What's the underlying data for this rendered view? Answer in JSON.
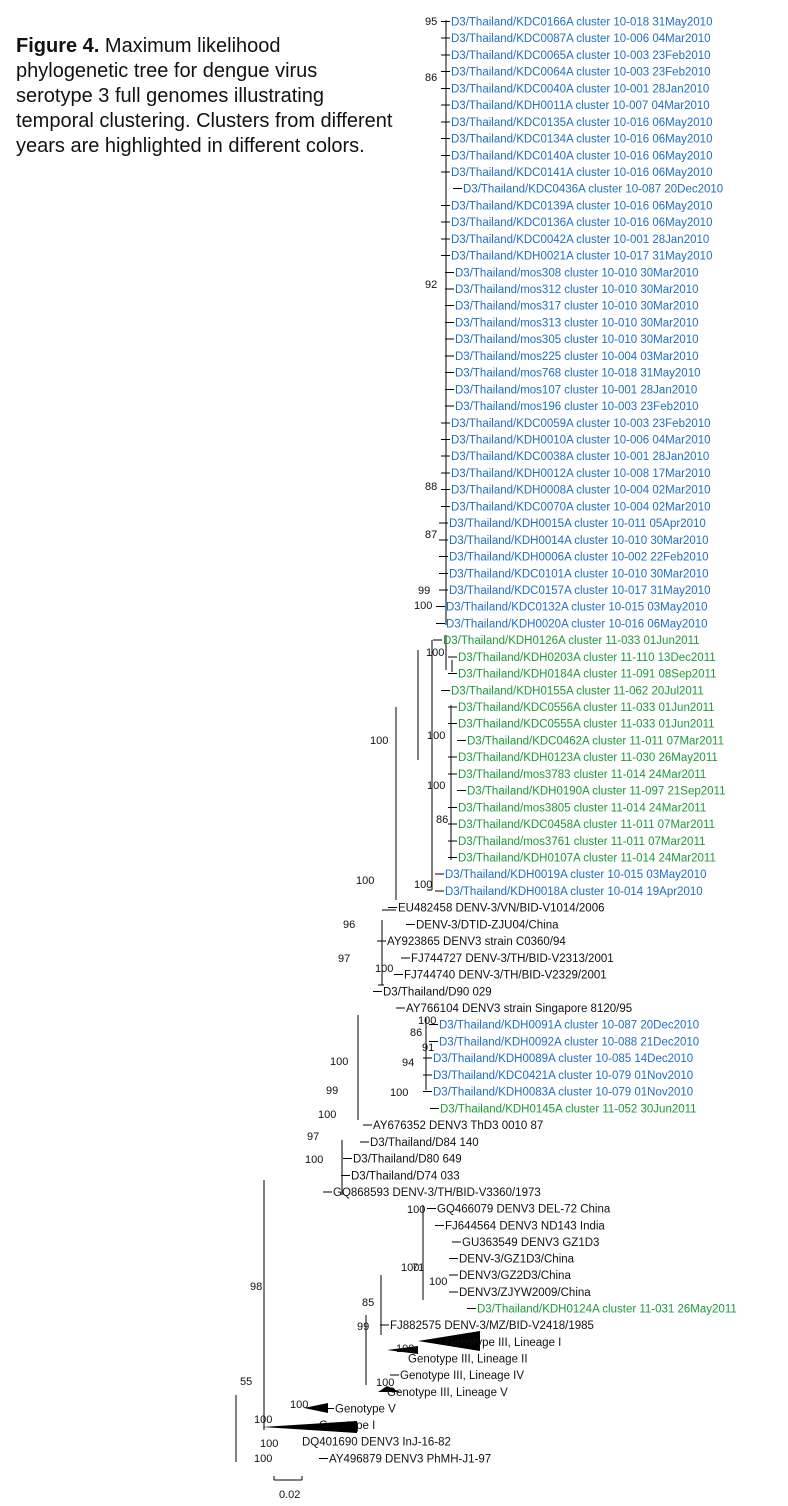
{
  "caption": {
    "label": "Figure 4.",
    "text": " Maximum likelihood phylogenetic tree for dengue virus serotype 3 full genomes illustrating temporal clustering. Clusters from different years are highlighted in different colors."
  },
  "colors": {
    "cluster_2010": "#1f6fc4",
    "cluster_2011": "#1e9a3a",
    "reference": "#111111",
    "branch": "#000000"
  },
  "leaves": [
    {
      "label": "D3/Thailand/KDC0166A cluster 10-018 31May2010",
      "group": "2010"
    },
    {
      "label": "D3/Thailand/KDC0087A cluster 10-006 04Mar2010",
      "group": "2010"
    },
    {
      "label": "D3/Thailand/KDC0065A cluster 10-003 23Feb2010",
      "group": "2010"
    },
    {
      "label": "D3/Thailand/KDC0064A cluster 10-003 23Feb2010",
      "group": "2010"
    },
    {
      "label": "D3/Thailand/KDC0040A cluster 10-001 28Jan2010",
      "group": "2010"
    },
    {
      "label": "D3/Thailand/KDH0011A cluster 10-007 04Mar2010",
      "group": "2010"
    },
    {
      "label": "D3/Thailand/KDC0135A cluster 10-016 06May2010",
      "group": "2010"
    },
    {
      "label": "D3/Thailand/KDC0134A cluster 10-016 06May2010",
      "group": "2010"
    },
    {
      "label": "D3/Thailand/KDC0140A cluster 10-016 06May2010",
      "group": "2010"
    },
    {
      "label": "D3/Thailand/KDC0141A cluster 10-016 06May2010",
      "group": "2010"
    },
    {
      "label": "D3/Thailand/KDC0436A cluster 10-087 20Dec2010",
      "group": "2010"
    },
    {
      "label": "D3/Thailand/KDC0139A cluster 10-016 06May2010",
      "group": "2010"
    },
    {
      "label": "D3/Thailand/KDC0136A cluster 10-016 06May2010",
      "group": "2010"
    },
    {
      "label": "D3/Thailand/KDC0042A cluster 10-001 28Jan2010",
      "group": "2010"
    },
    {
      "label": "D3/Thailand/KDH0021A cluster 10-017 31May2010",
      "group": "2010"
    },
    {
      "label": "D3/Thailand/mos308 cluster 10-010 30Mar2010",
      "group": "2010"
    },
    {
      "label": "D3/Thailand/mos312 cluster 10-010 30Mar2010",
      "group": "2010"
    },
    {
      "label": "D3/Thailand/mos317 cluster 10-010 30Mar2010",
      "group": "2010"
    },
    {
      "label": "D3/Thailand/mos313 cluster 10-010 30Mar2010",
      "group": "2010"
    },
    {
      "label": "D3/Thailand/mos305 cluster 10-010 30Mar2010",
      "group": "2010"
    },
    {
      "label": "D3/Thailand/mos225 cluster 10-004 03Mar2010",
      "group": "2010"
    },
    {
      "label": "D3/Thailand/mos768 cluster 10-018 31May2010",
      "group": "2010"
    },
    {
      "label": "D3/Thailand/mos107 cluster 10-001 28Jan2010",
      "group": "2010"
    },
    {
      "label": "D3/Thailand/mos196 cluster 10-003 23Feb2010",
      "group": "2010"
    },
    {
      "label": "D3/Thailand/KDC0059A cluster 10-003 23Feb2010",
      "group": "2010"
    },
    {
      "label": "D3/Thailand/KDH0010A cluster 10-006 04Mar2010",
      "group": "2010"
    },
    {
      "label": "D3/Thailand/KDC0038A cluster 10-001 28Jan2010",
      "group": "2010"
    },
    {
      "label": "D3/Thailand/KDH0012A cluster 10-008 17Mar2010",
      "group": "2010"
    },
    {
      "label": "D3/Thailand/KDH0008A cluster 10-004 02Mar2010",
      "group": "2010"
    },
    {
      "label": "D3/Thailand/KDC0070A cluster 10-004 02Mar2010",
      "group": "2010"
    },
    {
      "label": "D3/Thailand/KDH0015A cluster 10-011 05Apr2010",
      "group": "2010"
    },
    {
      "label": "D3/Thailand/KDH0014A cluster 10-010 30Mar2010",
      "group": "2010"
    },
    {
      "label": "D3/Thailand/KDH0006A cluster 10-002 22Feb2010",
      "group": "2010"
    },
    {
      "label": "D3/Thailand/KDC0101A cluster 10-010 30Mar2010",
      "group": "2010"
    },
    {
      "label": "D3/Thailand/KDC0157A cluster 10-017 31May2010",
      "group": "2010"
    },
    {
      "label": "D3/Thailand/KDC0132A cluster 10-015 03May2010",
      "group": "2010"
    },
    {
      "label": "D3/Thailand/KDH0020A cluster 10-016 06May2010",
      "group": "2010"
    },
    {
      "label": "D3/Thailand/KDH0126A cluster 11-033 01Jun2011",
      "group": "2011"
    },
    {
      "label": "D3/Thailand/KDH0203A cluster 11-110 13Dec2011",
      "group": "2011"
    },
    {
      "label": "D3/Thailand/KDH0184A cluster 11-091 08Sep2011",
      "group": "2011"
    },
    {
      "label": "D3/Thailand/KDH0155A cluster 11-062 20Jul2011",
      "group": "2011"
    },
    {
      "label": "D3/Thailand/KDC0556A cluster 11-033 01Jun2011",
      "group": "2011"
    },
    {
      "label": "D3/Thailand/KDC0555A cluster 11-033 01Jun2011",
      "group": "2011"
    },
    {
      "label": "D3/Thailand/KDC0462A cluster 11-011 07Mar2011",
      "group": "2011"
    },
    {
      "label": "D3/Thailand/KDH0123A cluster 11-030 26May2011",
      "group": "2011"
    },
    {
      "label": "D3/Thailand/mos3783 cluster 11-014 24Mar2011",
      "group": "2011"
    },
    {
      "label": "D3/Thailand/KDH0190A cluster 11-097 21Sep2011",
      "group": "2011"
    },
    {
      "label": "D3/Thailand/mos3805 cluster 11-014 24Mar2011",
      "group": "2011"
    },
    {
      "label": "D3/Thailand/KDC0458A cluster 11-011 07Mar2011",
      "group": "2011"
    },
    {
      "label": "D3/Thailand/mos3761 cluster 11-011 07Mar2011",
      "group": "2011"
    },
    {
      "label": "D3/Thailand/KDH0107A cluster 11-014 24Mar2011",
      "group": "2011"
    },
    {
      "label": "D3/Thailand/KDH0019A cluster 10-015 03May2010",
      "group": "2010"
    },
    {
      "label": "D3/Thailand/KDH0018A cluster 10-014 19Apr2010",
      "group": "2010"
    },
    {
      "label": "EU482458 DENV-3/VN/BID-V1014/2006",
      "group": "ref"
    },
    {
      "label": "DENV-3/DTID-ZJU04/China",
      "group": "ref"
    },
    {
      "label": "AY923865 DENV3 strain C0360/94",
      "group": "ref"
    },
    {
      "label": "FJ744727 DENV-3/TH/BID-V2313/2001",
      "group": "ref"
    },
    {
      "label": "FJ744740 DENV-3/TH/BID-V2329/2001",
      "group": "ref"
    },
    {
      "label": "D3/Thailand/D90 029",
      "group": "ref"
    },
    {
      "label": "AY766104 DENV3 strain Singapore 8120/95",
      "group": "ref"
    },
    {
      "label": "D3/Thailand/KDH0091A cluster 10-087 20Dec2010",
      "group": "2010"
    },
    {
      "label": "D3/Thailand/KDH0092A cluster 10-088 21Dec2010",
      "group": "2010"
    },
    {
      "label": "D3/Thailand/KDH0089A cluster 10-085 14Dec2010",
      "group": "2010"
    },
    {
      "label": "D3/Thailand/KDC0421A cluster 10-079 01Nov2010",
      "group": "2010"
    },
    {
      "label": "D3/Thailand/KDH0083A cluster 10-079 01Nov2010",
      "group": "2010"
    },
    {
      "label": "D3/Thailand/KDH0145A cluster 11-052 30Jun2011",
      "group": "2011"
    },
    {
      "label": "AY676352 DENV3  ThD3 0010 87",
      "group": "ref"
    },
    {
      "label": "D3/Thailand/D84 140",
      "group": "ref"
    },
    {
      "label": "D3/Thailand/D80 649",
      "group": "ref"
    },
    {
      "label": "D3/Thailand/D74 033",
      "group": "ref"
    },
    {
      "label": "GQ868593 DENV-3/TH/BID-V3360/1973",
      "group": "ref"
    },
    {
      "label": "GQ466079 DENV3 DEL-72 China",
      "group": "ref"
    },
    {
      "label": "FJ644564 DENV3 ND143 India",
      "group": "ref"
    },
    {
      "label": "GU363549 DENV3 GZ1D3",
      "group": "ref"
    },
    {
      "label": "DENV-3/GZ1D3/China",
      "group": "ref"
    },
    {
      "label": "DENV3/GZ2D3/China",
      "group": "ref"
    },
    {
      "label": "DENV3/ZJYW2009/China",
      "group": "ref"
    },
    {
      "label": "D3/Thailand/KDH0124A cluster 11-031 26May2011",
      "group": "2011"
    },
    {
      "label": "FJ882575 DENV-3/MZ/BID-V2418/1985",
      "group": "ref"
    },
    {
      "label": "Genotype III, Lineage I",
      "group": "ref"
    },
    {
      "label": "Genotype III, Lineage II",
      "group": "ref"
    },
    {
      "label": "Genotype III, Lineage IV",
      "group": "ref"
    },
    {
      "label": "Genotype III, Lineage V",
      "group": "ref"
    },
    {
      "label": "Genotype V",
      "group": "ref"
    },
    {
      "label": "Genotype I",
      "group": "ref"
    },
    {
      "label": "DQ401690 DENV3 InJ-16-82",
      "group": "ref"
    },
    {
      "label": "AY496879 DENV3 PhMH-J1-97",
      "group": "ref"
    }
  ],
  "bootstrap": [
    "95",
    "86",
    "92",
    "88",
    "87",
    "99",
    "100",
    "100",
    "100",
    "100",
    "100",
    "86",
    "100",
    "100",
    "96",
    "97",
    "100",
    "100",
    "86",
    "91",
    "94",
    "100",
    "100",
    "99",
    "100",
    "97",
    "100",
    "100",
    "71",
    "100",
    "100",
    "85",
    "99",
    "100",
    "100",
    "98",
    "55",
    "100",
    "100",
    "100",
    "100"
  ],
  "scale_bar": {
    "value": "0.02"
  }
}
